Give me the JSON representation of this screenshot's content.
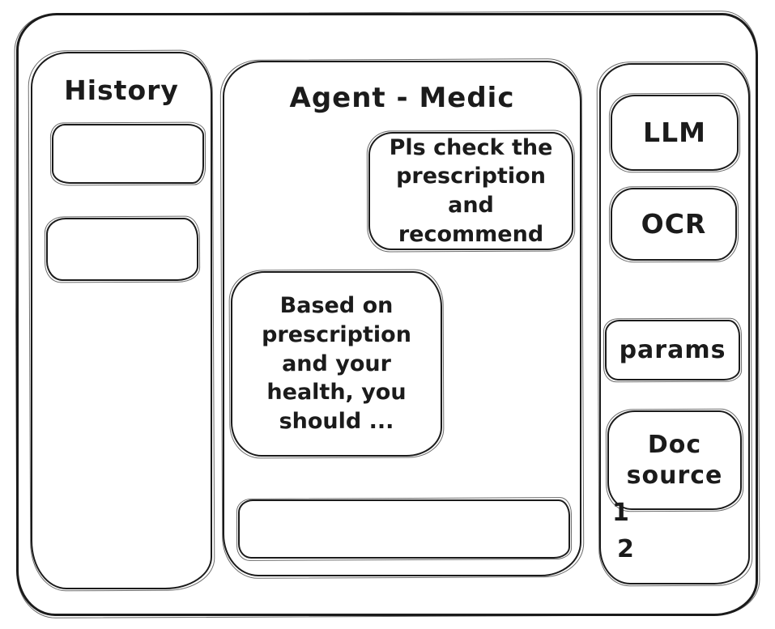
{
  "colors": {
    "ink": "#1b1b1b",
    "background": "#ffffff"
  },
  "history_panel": {
    "title": "History",
    "items": [
      {
        "label": ""
      },
      {
        "label": ""
      }
    ]
  },
  "chat_panel": {
    "title": "Agent - Medic",
    "messages": [
      {
        "role": "user",
        "text": "Pls check the\nprescription\nand recommend"
      },
      {
        "role": "assistant",
        "text": "Based on\nprescription\nand your\nhealth, you\nshould ..."
      }
    ],
    "input": {
      "value": "",
      "placeholder": ""
    }
  },
  "tools_panel": {
    "buttons": [
      {
        "id": "llm",
        "label": "LLM"
      },
      {
        "id": "ocr",
        "label": "OCR"
      },
      {
        "id": "params",
        "label": "params"
      },
      {
        "id": "doc-source",
        "label": "Doc source"
      }
    ],
    "doc_items": [
      "1",
      "2"
    ]
  }
}
